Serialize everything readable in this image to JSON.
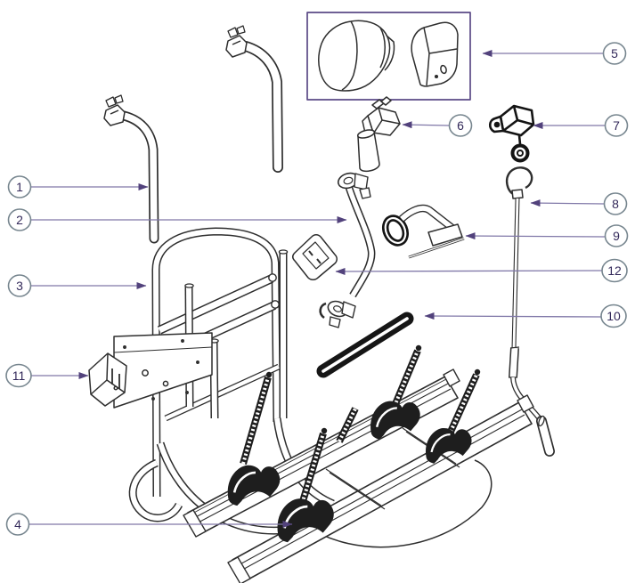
{
  "diagram": {
    "callouts": [
      {
        "number": "1"
      },
      {
        "number": "2"
      },
      {
        "number": "3"
      },
      {
        "number": "4"
      },
      {
        "number": "5"
      },
      {
        "number": "6"
      },
      {
        "number": "7"
      },
      {
        "number": "8"
      },
      {
        "number": "9"
      },
      {
        "number": "10"
      },
      {
        "number": "11"
      },
      {
        "number": "12"
      }
    ],
    "colors": {
      "background": "#ffffff",
      "artwork_line": "#2e2e2e",
      "dark_part_fill": "#1e1e1e",
      "leader_line": "#8078a8",
      "arrowhead": "#52427c",
      "callout_border": "#77868f",
      "callout_number": "#33295a",
      "box_border": "#5b4a86"
    }
  }
}
